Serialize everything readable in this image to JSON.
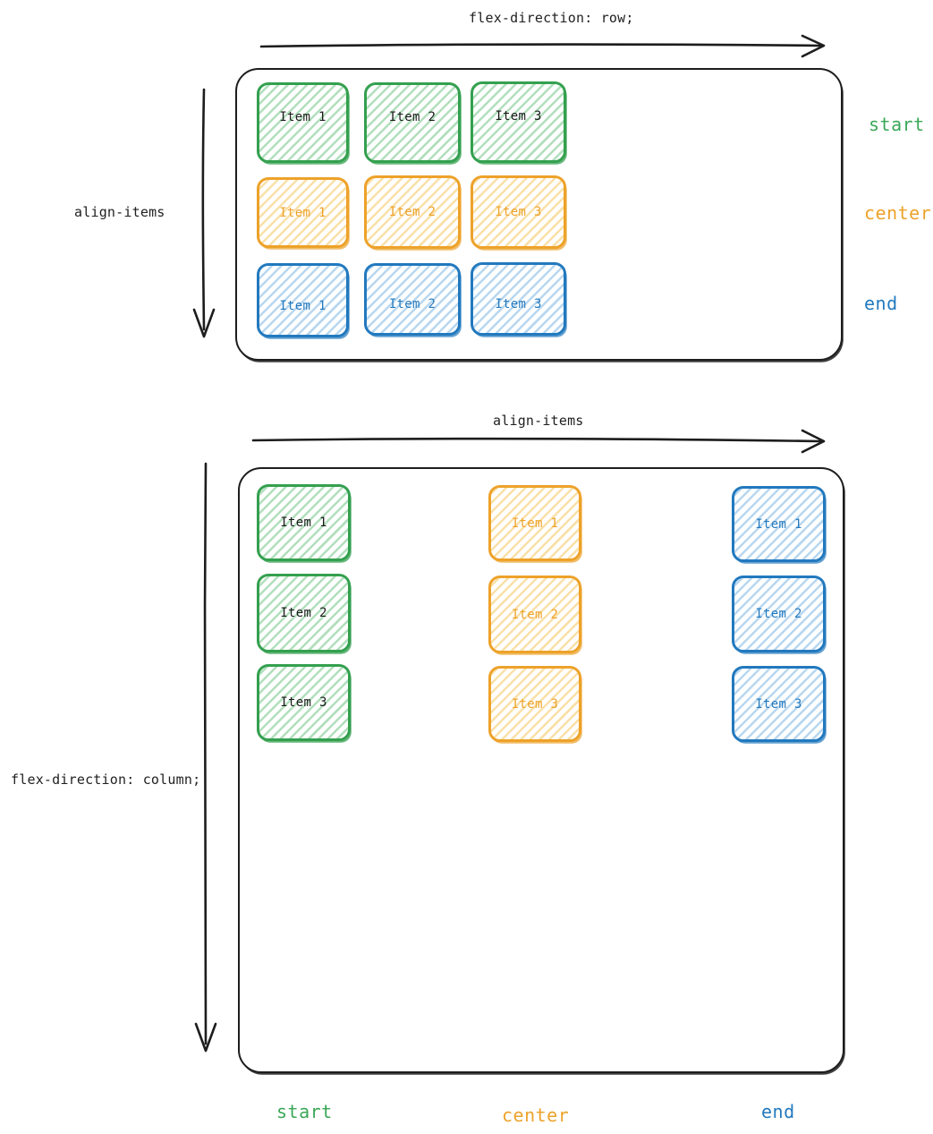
{
  "diagram": {
    "title": "CSS flexbox align-items illustration",
    "colors": {
      "green": "#34a04f",
      "orange": "#eda22a",
      "blue": "#2279be",
      "ink": "#1d1d1d"
    }
  },
  "section_row": {
    "top_caption": "flex-direction: row;",
    "left_caption": "align-items",
    "rows": [
      {
        "align": "start",
        "color_key": "green",
        "label": "start",
        "items": [
          "Item 1",
          "Item 2",
          "Item 3"
        ]
      },
      {
        "align": "center",
        "color_key": "orange",
        "label": "center",
        "items": [
          "Item 1",
          "Item 2",
          "Item 3"
        ]
      },
      {
        "align": "end",
        "color_key": "blue",
        "label": "end",
        "items": [
          "Item 1",
          "Item 2",
          "Item 3"
        ]
      }
    ]
  },
  "section_column": {
    "top_caption": "align-items",
    "left_caption": "flex-direction: column;",
    "columns": [
      {
        "align": "start",
        "color_key": "green",
        "label": "start",
        "items": [
          "Item 1",
          "Item 2",
          "Item 3"
        ]
      },
      {
        "align": "center",
        "color_key": "orange",
        "label": "center",
        "items": [
          "Item 1",
          "Item 2",
          "Item 3"
        ]
      },
      {
        "align": "end",
        "color_key": "blue",
        "label": "end",
        "items": [
          "Item 1",
          "Item 2",
          "Item 3"
        ]
      }
    ]
  }
}
